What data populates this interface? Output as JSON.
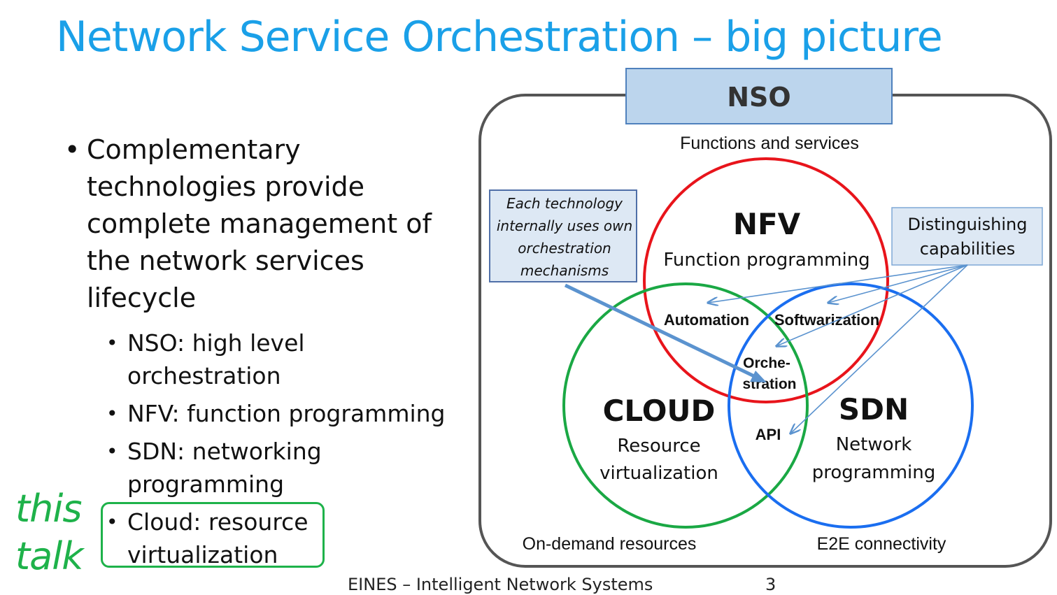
{
  "title": "Network Service Orchestration – big picture",
  "bullets": {
    "main": "Complementary technologies provide complete management of the network services lifecycle",
    "subs": [
      "NSO: high level orchestration",
      "NFV: function programming",
      "SDN: networking programming",
      "Cloud: resource virtualization"
    ]
  },
  "annotation": {
    "line1": "this",
    "line2": "talk"
  },
  "diagram": {
    "nso_label": "NSO",
    "top_label": "Functions and services",
    "bottom_left_label": "On-demand resources",
    "bottom_right_label": "E2E connectivity",
    "callout_left": [
      "Each technology",
      "internally uses own",
      "orchestration",
      "mechanisms"
    ],
    "callout_right": [
      "Distinguishing",
      "capabilities"
    ],
    "nfv": {
      "name": "NFV",
      "desc": "Function programming",
      "color": "#e8141b"
    },
    "cloud": {
      "name": "CLOUD",
      "desc": [
        "Resource",
        "virtualization"
      ],
      "color": "#1aa844"
    },
    "sdn": {
      "name": "SDN",
      "desc": [
        "Network",
        "programming"
      ],
      "color": "#1a6ef0"
    },
    "overlaps": {
      "automation": "Automation",
      "softwarization": "Softwarization",
      "orchestration": [
        "Orche-",
        "stration"
      ],
      "api": "API"
    }
  },
  "footer": "EINES – Intelligent Network Systems",
  "page_number": "3"
}
